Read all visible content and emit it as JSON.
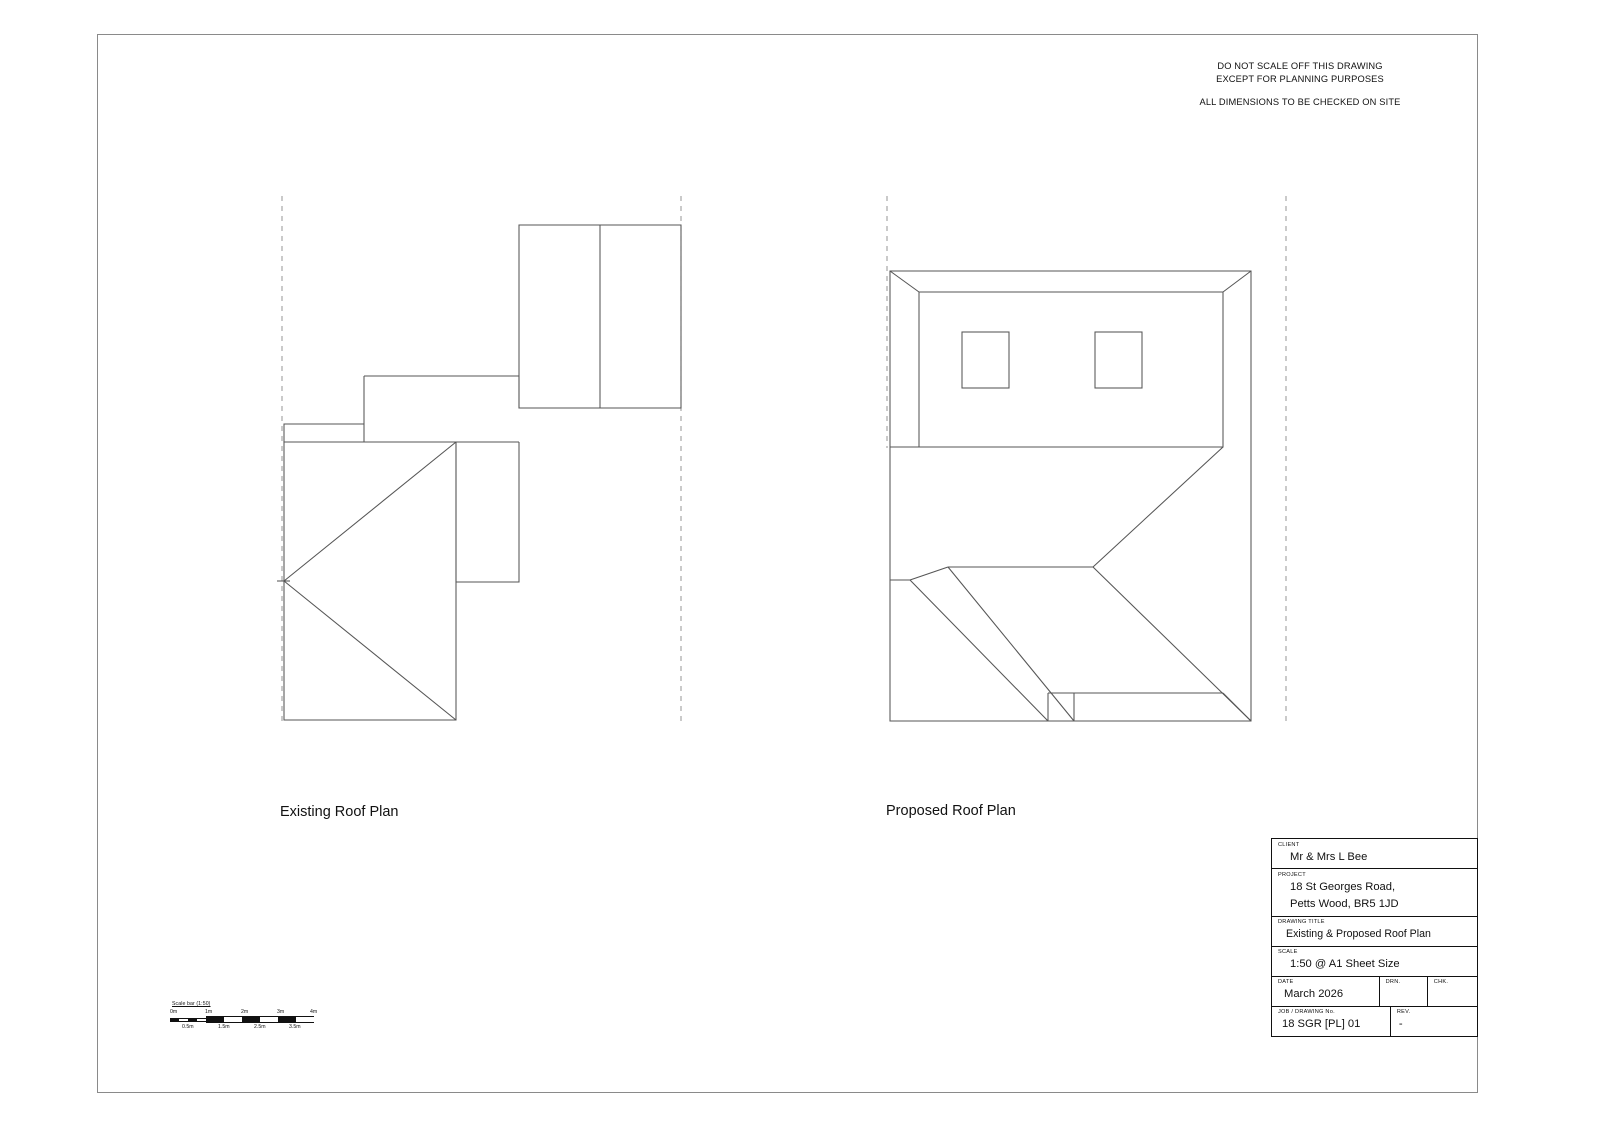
{
  "sheet": {
    "background_color": "#ffffff",
    "border_color": "#8a8a8a",
    "line_color": "#555555"
  },
  "notes": {
    "line1": "DO NOT SCALE OFF THIS DRAWING",
    "line2": "EXCEPT FOR PLANNING PURPOSES",
    "line3": "ALL DIMENSIONS TO BE CHECKED ON SITE"
  },
  "drawings": {
    "existing": {
      "caption": "Existing Roof Plan"
    },
    "proposed": {
      "caption": "Proposed Roof Plan"
    }
  },
  "scale_bar": {
    "title": "Scale bar (1:50)",
    "top_labels": [
      "0m",
      "1m",
      "2m",
      "3m",
      "4m"
    ],
    "bottom_labels": [
      "0.5m",
      "1.5m",
      "2.5m",
      "3.5m"
    ]
  },
  "title_block": {
    "client_label": "CLIENT",
    "client_value": "Mr & Mrs L Bee",
    "project_label": "PROJECT",
    "project_line1": "18 St Georges Road,",
    "project_line2": "Petts Wood, BR5 1JD",
    "drawing_title_label": "DRAWING TITLE",
    "drawing_title_value": "Existing & Proposed Roof Plan",
    "scale_label": "SCALE",
    "scale_value": "1:50 @ A1 Sheet Size",
    "date_label": "DATE",
    "date_value": "March 2026",
    "drn_label": "DRN.",
    "drn_value": "",
    "chk_label": "CHK.",
    "chk_value": "",
    "job_label": "JOB / DRAWING No.",
    "job_value": "18 SGR [PL] 01",
    "rev_label": "REV.",
    "rev_value": "-"
  }
}
